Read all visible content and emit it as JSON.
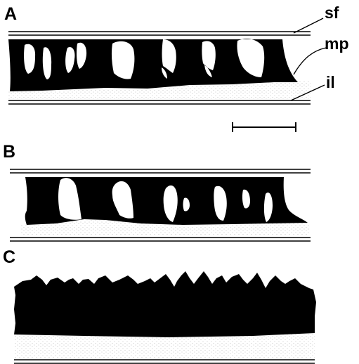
{
  "panels": [
    {
      "letter": "A"
    },
    {
      "letter": "B"
    },
    {
      "letter": "C"
    }
  ],
  "layer_labels": {
    "sf": "sf",
    "mp": "mp",
    "il": "il"
  },
  "colors": {
    "ink": "#000000",
    "paper": "#ffffff",
    "stipple": "#b8b8b8"
  }
}
